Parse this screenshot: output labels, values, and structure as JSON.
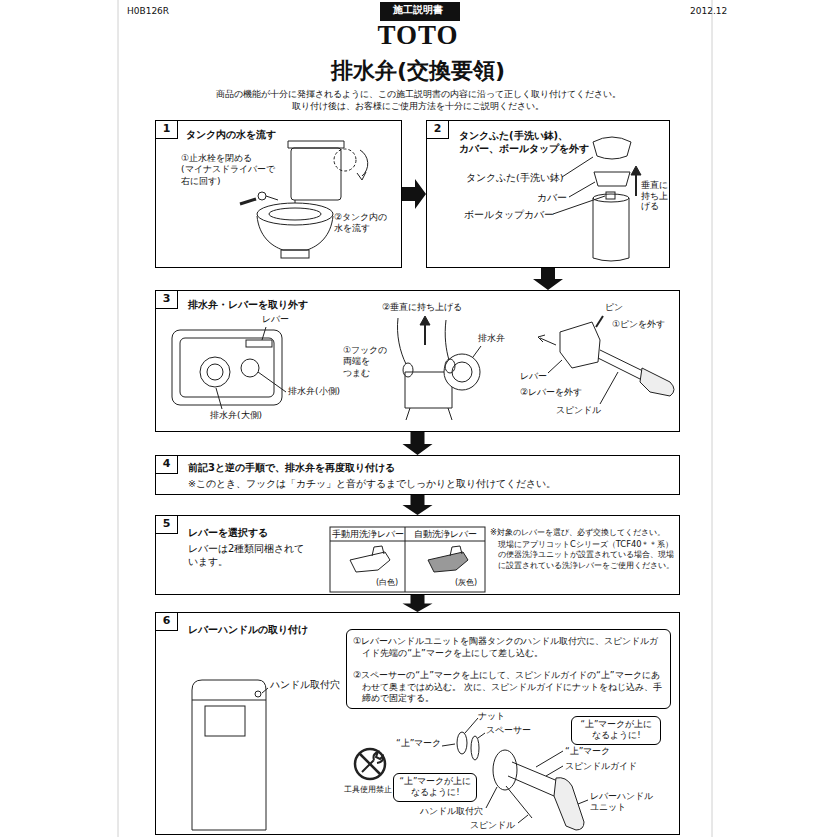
{
  "diagram": {
    "title": "排水弁(交換要領)",
    "nodes": [
      {
        "text": [
          "施工説明書"
        ]
      },
      {
        "text": [
          "タンク内の水を流す"
        ]
      },
      {
        "text": [
          "1"
        ],
        "in": 1
      },
      {
        "text": [
          "タンクふた(手洗い鉢)、 カバー、ボールタップを外す"
        ]
      },
      {
        "text": [
          "2"
        ],
        "in": 3
      },
      {
        "text": [
          "排水弁・レバーを取り外す"
        ]
      },
      {
        "text": [
          "3"
        ],
        "in": 5
      },
      {
        "text": [
          "前記3と逆の手順で、排水弁を再度取り付ける",
          "※このとき、フックは「カチッ」と音がするまでしっかりと取り付けてください。"
        ]
      },
      {
        "text": [
          "4"
        ],
        "in": 7
      },
      {
        "text": [
          "レバーを選択する",
          "レバーは2種類同梱されて います。"
        ]
      },
      {
        "text": [
          "5"
        ],
        "in": 9
      },
      {
        "text": [
          "レバーハンドルの取り付け"
        ]
      },
      {
        "text": [
          "6"
        ],
        "in": 11
      },
      {
        "text": [
          "①レバーハンドルユニットを陶器タンクのハンドル取付穴に、スピンドルガイド先端の“上”マークを上にして差し込む。",
          "②スペーサーの“上”マークを上にして、スピンドルガイドの“上”マークにあわせて奥まではめ込む。 次に、スピンドルガイドにナットをねじ込み、手締めで固定する。"
        ],
        "in": 11
      },
      {
        "text": [
          "“上”マークが上に なるように!"
        ],
        "in": 11
      },
      {
        "text": [
          "“上”マークが上に なるように!"
        ],
        "in": 11
      }
    ],
    "edges": [
      {
        "from": 1,
        "to": 3,
        "arrow": "to"
      },
      {
        "from": 3,
        "to": 5,
        "arrow": "to"
      },
      {
        "from": 5,
        "to": 7,
        "arrow": "to"
      },
      {
        "from": 7,
        "to": 9,
        "arrow": "to"
      },
      {
        "from": 9,
        "to": 11,
        "arrow": "to"
      }
    ],
    "labels": [
      "H0B126R",
      "2012.12",
      "TOTO",
      "商品の機能が十分に発揮されるように、この施工説明書の内容に沿って正しく取り付けてください。",
      "取り付け後は、お客様にご使用方法を十分にご説明ください。",
      "①止水栓を閉める (マイナスドライバーで 右に回す)",
      "②タンク内の 水を流す",
      "タンクふた(手洗い鉢)",
      "カバー",
      "ボールタップカバー",
      "垂直に 持ち上 げる",
      "レバー",
      "排水弁(小側)",
      "排水弁(大側)",
      "②垂直に持ち上げる",
      "①フックの 両端を つまむ",
      "排水弁",
      "ピン",
      "①ピンを外す",
      "レバー",
      "②レバーを外す",
      "スピンドル",
      "手動用洗浄レバー",
      "自動洗浄レバー",
      "(白色)",
      "(灰色)",
      "※対象のレバーを選び、必ず交換してください。",
      "現場にアプリコットCシリーズ（TCF40＊＊系）の便器洗浄ユニットが設置されている場合、現場に設置されている洗浄レバーをご使用ください。",
      "ハンドル取付穴",
      "ナット",
      "スペーサー",
      "“上”マーク",
      "工具使用禁止",
      "“上”マーク",
      "スピンドルガイド",
      "ハンドル取付穴",
      "レバーハンドル ユニット",
      "スピンドル"
    ]
  }
}
